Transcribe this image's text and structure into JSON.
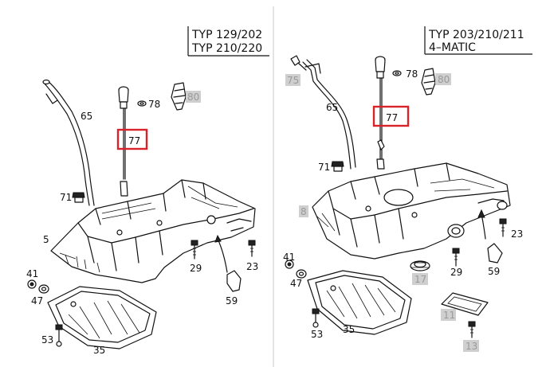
{
  "left_panel": {
    "header_line1": "TYP 129/202",
    "header_line2": "TYP 210/220",
    "labels": {
      "p5": "5",
      "p23": "23",
      "p29": "29",
      "p35": "35",
      "p41": "41",
      "p47": "47",
      "p53": "53",
      "p59": "59",
      "p65": "65",
      "p71": "71",
      "p77": "77",
      "p78": "78",
      "p80": "80"
    }
  },
  "right_panel": {
    "header_line1": "TYP 203/210/211",
    "header_line2": "4–MATIC",
    "labels": {
      "p8": "8",
      "p11": "11",
      "p13": "13",
      "p17": "17",
      "p23": "23",
      "p29": "29",
      "p35": "35",
      "p41": "41",
      "p47": "47",
      "p53": "53",
      "p59": "59",
      "p65": "65",
      "p71": "71",
      "p75": "75",
      "p77": "77",
      "p78": "78",
      "p80": "80"
    }
  },
  "highlight_color": "#d9232b",
  "greyed_label_color": "#9a9a9a"
}
